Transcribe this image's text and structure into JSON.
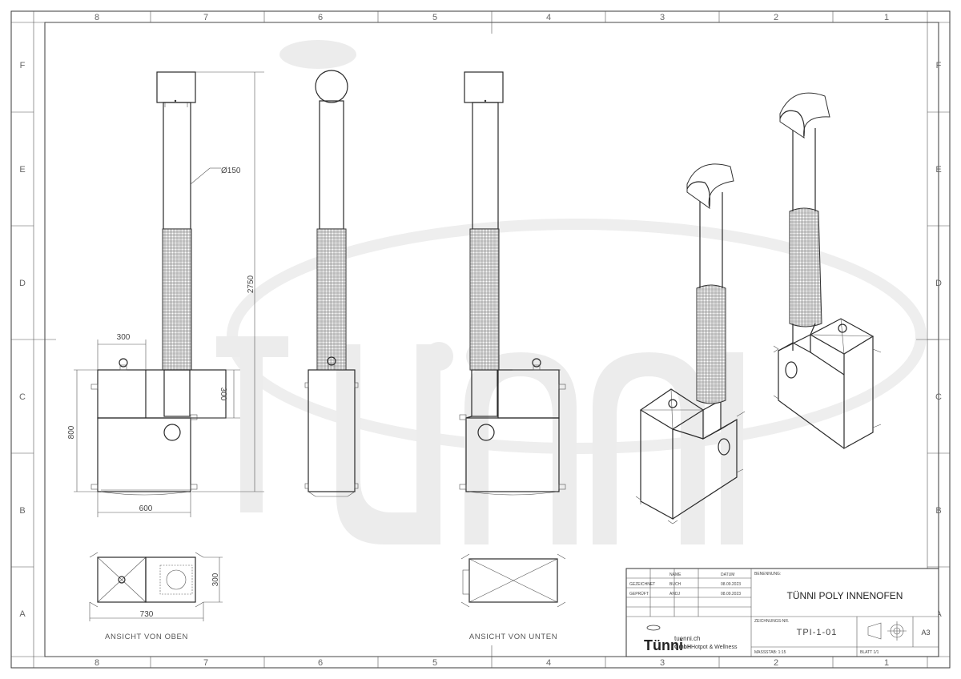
{
  "frame": {
    "top_zones": [
      "8",
      "7",
      "6",
      "5",
      "4",
      "3",
      "2",
      "1"
    ],
    "side_zones": [
      "F",
      "E",
      "D",
      "C",
      "B",
      "A"
    ]
  },
  "dimensions": {
    "pipe_diameter": "Ø150",
    "height_total": "2750",
    "top_width": "300",
    "side_height": "300",
    "body_height": "800",
    "body_width": "600",
    "plan_width": "730",
    "plan_depth": "300"
  },
  "views": {
    "top_view": "ANSICHT VON OBEN",
    "bottom_view": "ANSICHT VON UNTEN"
  },
  "title_block": {
    "col_name": "NAME",
    "col_date": "DATUM",
    "row_drawn": "GEZEICHNET",
    "row_checked": "GEPRÜFT",
    "drawn_name": "BUCH",
    "drawn_date": "08.09.2023",
    "checked_name": "ANDJ",
    "checked_date": "08.09.2023",
    "label_title": "BENENNUNG:",
    "title": "TÜNNI POLY INNENOFEN",
    "label_drawing_no": "ZEICHNUNGS-NR.",
    "drawing_no": "TPI-1-01",
    "sheet_size": "A3",
    "scale": "MASSSTAB: 1:15",
    "sheet": "BLATT 1/1",
    "brand_name": "Tünni",
    "brand_url": "tuenni.ch",
    "brand_tagline_bold": "GmbH",
    "brand_tagline": "Hotpot & Wellness"
  }
}
